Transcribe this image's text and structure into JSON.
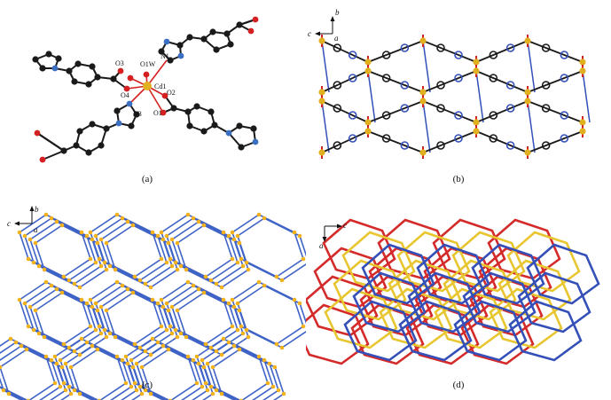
{
  "figure": {
    "panels": [
      {
        "id": "a",
        "caption": "(a)",
        "atom_labels": [
          "O3",
          "O1W",
          "N1",
          "O4",
          "Cd1",
          "O2",
          "N3",
          "O1"
        ]
      },
      {
        "id": "b",
        "caption": "(b)",
        "axes": [
          "b",
          "c",
          "a"
        ]
      },
      {
        "id": "c",
        "caption": "(c)",
        "axes": [
          "b",
          "c",
          "a"
        ]
      },
      {
        "id": "d",
        "caption": "(d)",
        "axes": [
          "c",
          "a"
        ]
      }
    ]
  },
  "colors": {
    "carbon": "#1a1a1a",
    "nitrogen": "#3a6fc4",
    "oxygen": "#d42020",
    "cadmium": "#e0b020",
    "net_blue": "#3f63c6",
    "node_yellow": "#f2b21c",
    "net_red": "#d42a2a",
    "net_yellow": "#e8c630",
    "net_blue_d": "#3450b8"
  }
}
